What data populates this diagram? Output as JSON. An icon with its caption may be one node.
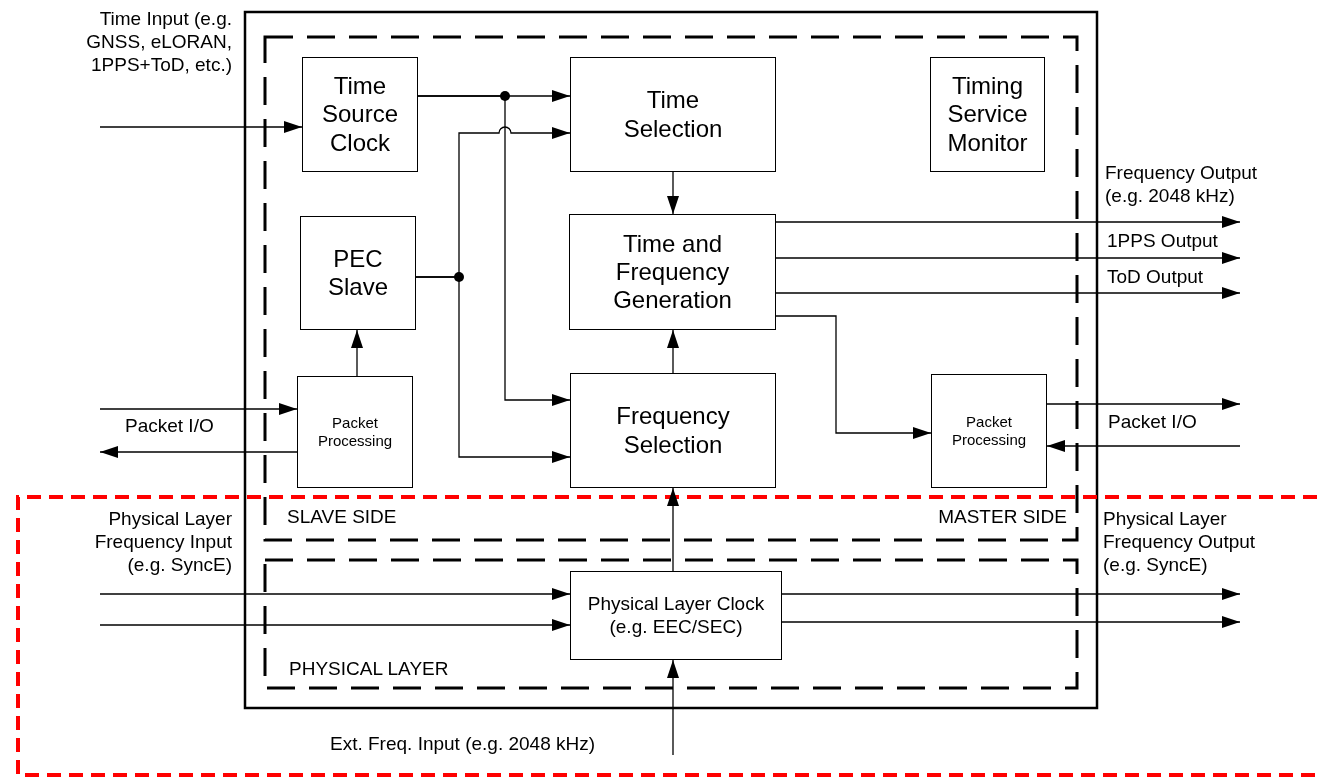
{
  "diagram": {
    "nodes": [
      {
        "text": [
          "SLAVE SIDE",
          "MASTER SIDE"
        ]
      },
      {
        "text": [
          "Time Source Clock"
        ],
        "in": 0
      },
      {
        "text": [
          "Time Selection"
        ],
        "in": 0
      },
      {
        "text": [
          "Timing Service Monitor"
        ],
        "in": 0
      },
      {
        "text": [
          "PEC Slave"
        ],
        "in": 0
      },
      {
        "text": [
          "Time and Frequency Generation"
        ],
        "in": 0
      },
      {
        "text": [
          "Packet Processing"
        ],
        "in": 0
      },
      {
        "text": [
          "Frequency Selection"
        ],
        "in": 0
      },
      {
        "text": [
          "Packet Processing"
        ],
        "in": 0
      },
      {
        "text": [
          "PHYSICAL LAYER"
        ]
      },
      {
        "text": [
          "Physical Layer Clock (e.g. EEC/SEC)"
        ],
        "in": 9
      }
    ],
    "edges": [
      {
        "from": null,
        "to": 1,
        "arrow": "to",
        "label": "Time Input (e.g. GNSS, eLORAN, 1PPS+ToD, etc.)"
      },
      {
        "from": 1,
        "to": 2,
        "arrow": "to"
      },
      {
        "from": 1,
        "to": 7,
        "arrow": "to"
      },
      {
        "from": 4,
        "to": 2,
        "arrow": "to"
      },
      {
        "from": 4,
        "to": 7,
        "arrow": "to"
      },
      {
        "from": 2,
        "to": 5,
        "arrow": "to"
      },
      {
        "from": 7,
        "to": 5,
        "arrow": "to"
      },
      {
        "from": 5,
        "to": null,
        "arrow": "to",
        "label": "Frequency Output (e.g. 2048 kHz)"
      },
      {
        "from": 5,
        "to": null,
        "arrow": "to",
        "label": "1PPS Output"
      },
      {
        "from": 5,
        "to": null,
        "arrow": "to",
        "label": "ToD Output"
      },
      {
        "from": 5,
        "to": 8,
        "arrow": "to"
      },
      {
        "from": 6,
        "to": 4,
        "arrow": "to"
      },
      {
        "from": null,
        "to": 6,
        "arrow": "to"
      },
      {
        "from": 6,
        "to": null,
        "arrow": "to",
        "label": "Packet I/O"
      },
      {
        "from": 8,
        "to": null,
        "arrow": "to"
      },
      {
        "from": null,
        "to": 8,
        "arrow": "to",
        "label": "Packet I/O"
      },
      {
        "from": 10,
        "to": 7,
        "arrow": "to"
      },
      {
        "from": null,
        "to": 10,
        "arrow": "to",
        "label": "Physical Layer Frequency Input (e.g. SyncE)"
      },
      {
        "from": null,
        "to": 10,
        "arrow": "to"
      },
      {
        "from": 10,
        "to": null,
        "arrow": "to",
        "label": "Physical Layer Frequency Output (e.g. SyncE)"
      },
      {
        "from": 10,
        "to": null,
        "arrow": "to"
      },
      {
        "from": null,
        "to": 10,
        "arrow": "to",
        "label": "Ext. Freq. Input (e.g. 2048 kHz)"
      }
    ]
  }
}
